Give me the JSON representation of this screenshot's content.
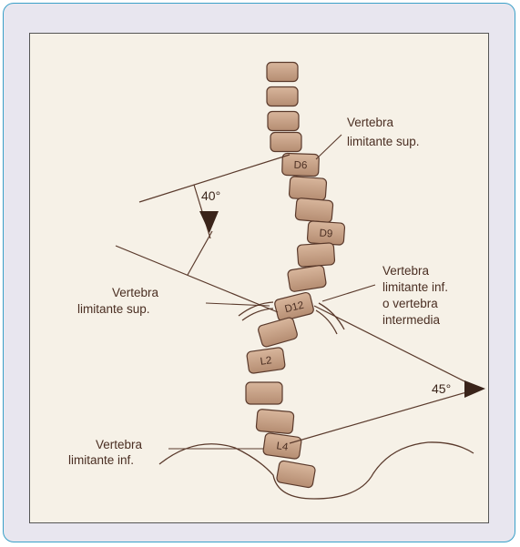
{
  "labels": {
    "upper_right": [
      "Vertebra",
      "limitante sup."
    ],
    "middle_left": [
      "Vertebra",
      "limitante sup."
    ],
    "middle_right": [
      "Vertebra",
      "limitante inf.",
      "o vertebra",
      "intermedia"
    ],
    "lower_left": [
      "Vertebra",
      "limitante inf."
    ]
  },
  "angles": {
    "upper": "40°",
    "lower": "45°"
  },
  "vertebrae": {
    "d6": "D6",
    "d9": "D9",
    "d12": "D12",
    "l2": "L2",
    "l4": "L4"
  },
  "colors": {
    "frame_border": "#3aa0c8",
    "frame_bg": "#e8e6ef",
    "panel_bg": "#f6f1e7",
    "vertebra_fill": "#c9a287",
    "line": "#5a3a2c"
  }
}
